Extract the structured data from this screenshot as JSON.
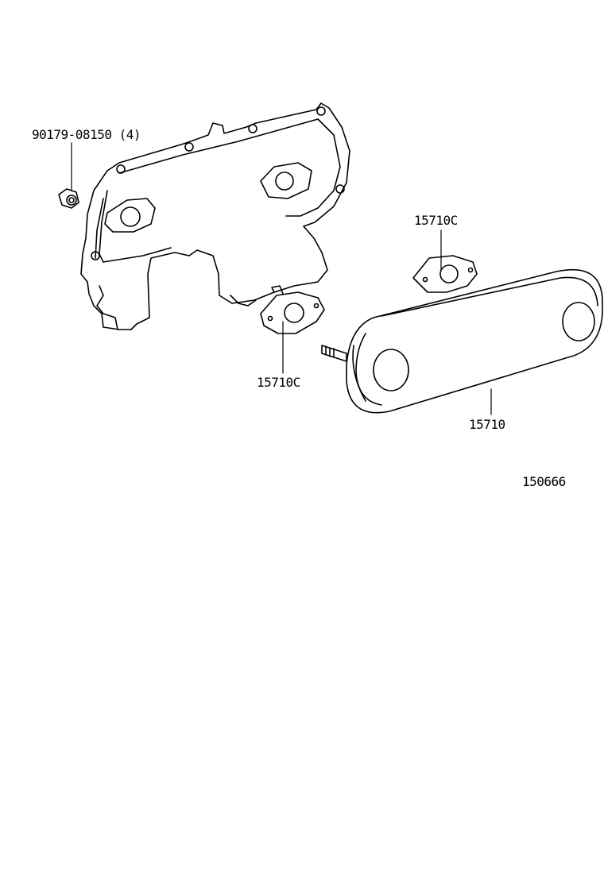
{
  "parts": [
    {
      "part_number": "90179-08150",
      "quantity": "(4)",
      "name": "nut"
    },
    {
      "part_number": "15710C",
      "name": "gasket-upper"
    },
    {
      "part_number": "15710C",
      "name": "gasket-lower"
    },
    {
      "part_number": "15710",
      "name": "oil-cooler"
    }
  ],
  "diagram_id": "150666"
}
